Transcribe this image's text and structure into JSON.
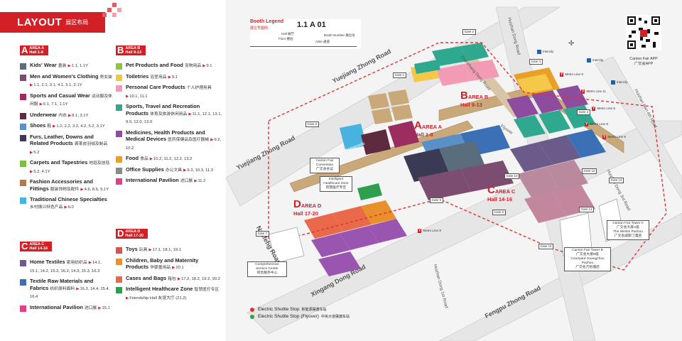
{
  "header": {
    "title": "LAYOUT",
    "title_cn": "展区布局"
  },
  "areas": {
    "a": {
      "letter": "A",
      "line1": "AREA A",
      "line2": "Hall 1-8"
    },
    "b": {
      "letter": "B",
      "line1": "AREA B",
      "line2": "Hall 9-13"
    },
    "c": {
      "letter": "C",
      "line1": "AREA C",
      "line2": "Hall 14-16"
    },
    "d": {
      "letter": "D",
      "line1": "AREA D",
      "line2": "Hall 17-20"
    }
  },
  "legend_a": [
    {
      "name": "Kids' Wear",
      "cn": "童装",
      "halls": "1.1, 1.1Y",
      "color": "#5a6d7d"
    },
    {
      "name": "Men and Women's Clothing",
      "cn": "男女装",
      "halls": "1.1, 2.1, 3.1, 4.1, 5.1, 2.1Y",
      "color": "#7c4d70"
    },
    {
      "name": "Sports and Casual Wear",
      "cn": "运动服及休闲服",
      "halls": "6.1, 7.1, 1.1Y",
      "color": "#9c2e5f"
    },
    {
      "name": "Underwear",
      "cn": "内衣",
      "halls": "8.1, 3.1Y",
      "color": "#5e2a3e"
    },
    {
      "name": "Shoes",
      "cn": "鞋",
      "halls": "1.2, 2.2, 3.2, 4.2, 5.2, 3.1Y",
      "color": "#5a8fc8"
    },
    {
      "name": "Furs, Leather, Downs and Related Products",
      "cn": "裘革皮羽绒及制品",
      "halls": "5.2",
      "color": "#3a3a55"
    },
    {
      "name": "Carpets and Tapestries",
      "cn": "地毯及挂毯",
      "halls": "5.2, 4.1Y",
      "color": "#7fbf3f"
    },
    {
      "name": "Fashion Accessories and Fittings",
      "cn": "服装饰物及配件",
      "halls": "4.6, 8.6, 5.1Y",
      "color": "#b57a4a"
    },
    {
      "name": "Traditional Chinese Specialties",
      "cn": "乡村振兴特色产品",
      "halls": "6.0",
      "color": "#49b3e0"
    }
  ],
  "legend_b": [
    {
      "name": "Pet Products and Food",
      "cn": "宠物用品",
      "halls": "9.1",
      "color": "#8cc63f"
    },
    {
      "name": "Toiletries",
      "cn": "浴室用品",
      "halls": "9.1",
      "color": "#f0c93a"
    },
    {
      "name": "Personal Care Products",
      "cn": "个人护理用具",
      "halls": "10.1, 11.1",
      "color": "#f39ab5"
    },
    {
      "name": "Sports, Travel and Recreation Products",
      "cn": "体育及旅游休闲用品",
      "halls": "11.1, 12.1, 13.1, 9.0, 12.0, 13.0",
      "color": "#2ea88f"
    },
    {
      "name": "Medicines, Health Products and Medical Devices",
      "cn": "医药保健品及医疗器械",
      "halls": "9.2, 10.2",
      "color": "#8d4c9e"
    },
    {
      "name": "Food",
      "cn": "食品",
      "halls": "10.2, 11.2, 12.2, 13.2",
      "color": "#e8a028"
    },
    {
      "name": "Office Supplies",
      "cn": "办公文具",
      "halls": "9.3, 10.3, 11.3",
      "color": "#8a8a8a"
    },
    {
      "name": "International Pavilion",
      "cn": "进口展",
      "halls": "11.2",
      "color": "#e0408a"
    }
  ],
  "legend_c": [
    {
      "name": "Home Textiles",
      "cn": "家用纺织品",
      "halls": "14.1, 15.1, 14.2, 15.2, 16.2, 14.3, 15.3, 16.3",
      "color": "#6b5b8a"
    },
    {
      "name": "Textile Raw Materials and Fabrics",
      "cn": "纺织原料面料",
      "halls": "16.3, 14.4, 15.4, 16.4",
      "color": "#3b6fb6"
    },
    {
      "name": "International Pavilion",
      "cn": "进口展",
      "halls": "15.1",
      "color": "#e0408a"
    }
  ],
  "legend_d": [
    {
      "name": "Toys",
      "cn": "玩具",
      "halls": "17.1, 18.1, 19.1",
      "color": "#d9534f"
    },
    {
      "name": "Children, Baby and Maternity Products",
      "cn": "孕婴童用品",
      "halls": "20.1",
      "color": "#e8912c"
    },
    {
      "name": "Cases and Bags",
      "cn": "箱包",
      "halls": "17.2, 18.2, 19.2, 20.2",
      "color": "#e86a4a"
    },
    {
      "name": "Intelligent Healthcare Zone",
      "cn": "智慧医疗专区",
      "halls": "Friendship Hall 友谊大厅 (21.2)",
      "color": "#2e9e4f"
    }
  ],
  "booth_legend": {
    "title": "Booth Legend",
    "title_cn": "展位号图例",
    "code": "1.1 A 01",
    "hall": "Hall 展厅",
    "floor": "Floor 楼层",
    "booth_number": "Booth Number 展位号",
    "aisle": "Aisle 通道"
  },
  "map_text": {
    "yuejiang_road_1": "Yuejiang Zhong Road",
    "yuejiang_road_2": "Yuejiang Zhong Road",
    "xingang_road": "Xingang Dong Road",
    "fengpu_road": "Fengpu Zhong Road",
    "nanfeng_road": "Nanfeng Road",
    "huizhan_1st": "Huizhan Dong 1st Road",
    "huizhan_3rd": "Huizhan Dong 3rd Road",
    "huizhan_nan": "Huizhan Nan 4th Road",
    "huizhan_dong_road": "Huizhan Dong Road",
    "pearl_river": "Pearl River Promenade",
    "flyover": "Flyover",
    "zhanchang": "Zhanchang Dong Road",
    "qr_caption": "Canton Fair APP",
    "qr_caption_cn": "广交会APP",
    "convention": "Canton Fair Convention",
    "convention_cn": "广交会会议",
    "healthcare": "Intelligent Healthcare Zone",
    "healthcare_cn": "智慧医疗专区",
    "service_center": "Comprehensive Service Center",
    "service_center_cn": "综合服务中心",
    "tower_a": "Canton Fair Tower A",
    "tower_a_cn": "广交会大厦A座",
    "westin": "The Westin Pazhou",
    "westin_cn": "广交会威斯汀酒店",
    "tower_b": "Canton Fair Tower B",
    "tower_b_cn": "广交会大厦B座",
    "courtyard": "Courtyard Guangzhou Pazhou",
    "courtyard_cn": "广交会万怡酒店"
  },
  "metro": [
    {
      "label": "Metro Line 8",
      "cn": "地铁8号线"
    },
    {
      "label": "Metro Line 11",
      "cn": "地铁11号线"
    },
    {
      "label": "Metro Line 8",
      "cn": "地铁8号线"
    },
    {
      "label": "Metro Line 8",
      "cn": "地铁8号线"
    },
    {
      "label": "Metro Line 8",
      "cn": "地铁8号线"
    },
    {
      "label": "Metro Line 8",
      "cn": "地铁8号线"
    }
  ],
  "intercity": {
    "label": "Intercity",
    "cn": "城际"
  },
  "gates": [
    "Gate 1",
    "Gate 2",
    "Gate 3",
    "Gate 4",
    "Gate 5",
    "Gate 6",
    "Gate 7",
    "Gate 8",
    "Gate 9",
    "Gate 10",
    "Gate 11",
    "Gate 12",
    "Gate 13",
    "Gate 14",
    "Gate 15"
  ],
  "stops": {
    "electric": "Electric Shuttle Stop",
    "electric_cn": "新能源摆渡车站",
    "flyover": "Electric Shuttle Stop (Flyover)",
    "flyover_cn": "中央大道摆渡车站"
  },
  "colors": {
    "brand_red": "#d32027",
    "shuttle_red": "#e53030",
    "shuttle_green": "#2e9e4f"
  }
}
